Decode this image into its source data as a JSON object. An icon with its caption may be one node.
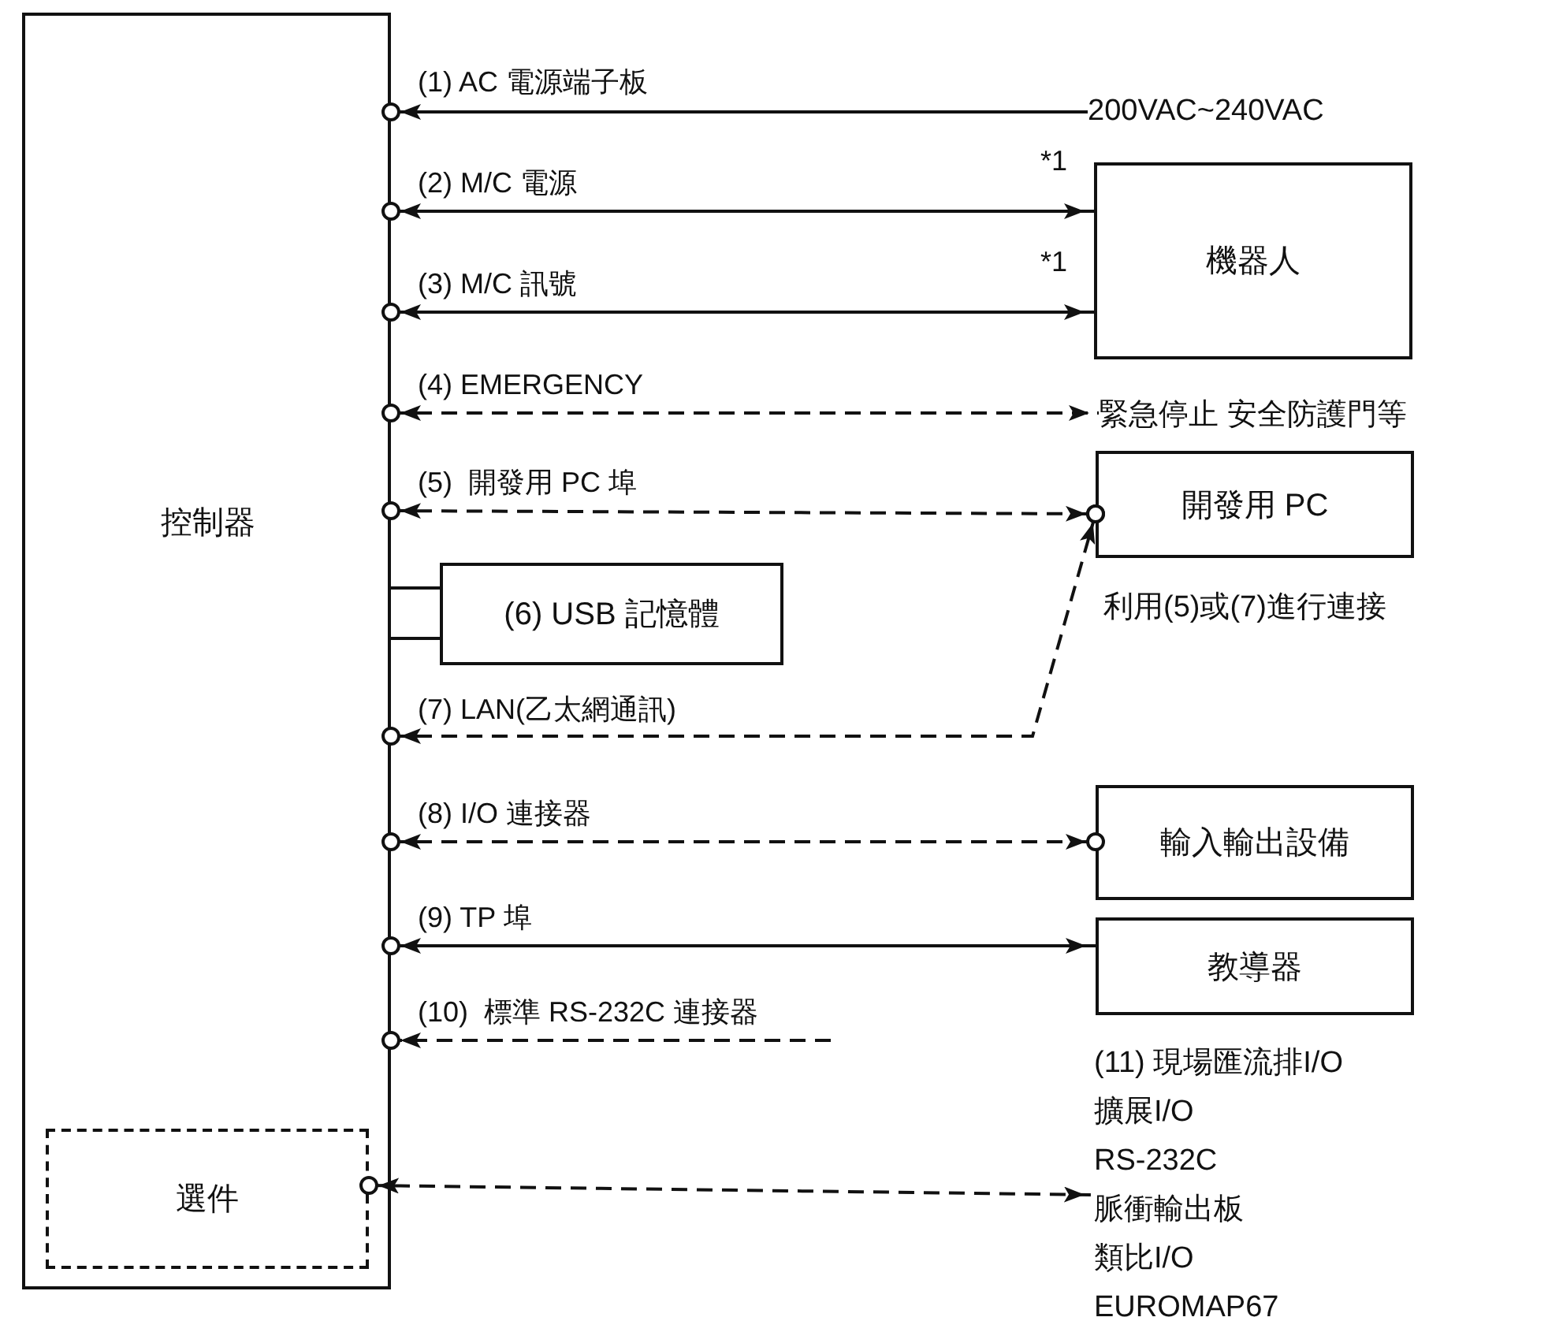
{
  "diagram": {
    "nodes": [
      {
        "text": [
          "控制器"
        ]
      },
      {
        "text": [
          "200VAC~240VAC"
        ]
      },
      {
        "text": [
          "機器人"
        ]
      },
      {
        "text": [
          "緊急停止  安全防護門等"
        ]
      },
      {
        "text": [
          "開發用 PC"
        ],
        "beside": [
          "利用(5)或(7)進行連接"
        ]
      },
      {
        "text": [
          "(6) USB 記憶體"
        ]
      },
      {
        "text": [
          "輸入輸出設備"
        ]
      },
      {
        "text": [
          "教導器"
        ]
      },
      {
        "text": [
          "(11) 現場匯流排I/O",
          "擴展I/O",
          "RS-232C",
          "脈衝輸出板",
          "類比I/O",
          "EUROMAP67"
        ]
      },
      {
        "text": [
          "選件"
        ],
        "in": 0
      }
    ],
    "edges": [
      {
        "from": 1,
        "to": 0,
        "arrow": "to",
        "label": "(1) AC 電源端子板"
      },
      {
        "from": 0,
        "to": 2,
        "arrow": "both",
        "label": "(2) M/C 電源"
      },
      {
        "from": 0,
        "to": 2,
        "arrow": "both",
        "label": "(3) M/C 訊號"
      },
      {
        "from": 0,
        "to": 3,
        "arrow": "both",
        "label": "(4) EMERGENCY",
        "style": "dashed"
      },
      {
        "from": 0,
        "to": 4,
        "arrow": "both",
        "label": "(5)  開發用 PC 埠",
        "style": "dashed"
      },
      {
        "from": 0,
        "to": 5,
        "arrow": "none"
      },
      {
        "from": 0,
        "to": 4,
        "arrow": "both",
        "label": "(7) LAN(乙太網通訊)",
        "style": "dashed"
      },
      {
        "from": 0,
        "to": 6,
        "arrow": "both",
        "label": "(8) I/O 連接器",
        "style": "dashed"
      },
      {
        "from": 0,
        "to": 7,
        "arrow": "both",
        "label": "(9) TP 埠"
      },
      {
        "from": null,
        "to": 0,
        "arrow": "to",
        "label": "(10)  標準 RS-232C 連接器",
        "style": "dashed"
      },
      {
        "from": 9,
        "to": 8,
        "arrow": "both",
        "style": "dashed"
      }
    ],
    "labels": [
      "*1",
      "*1"
    ]
  }
}
